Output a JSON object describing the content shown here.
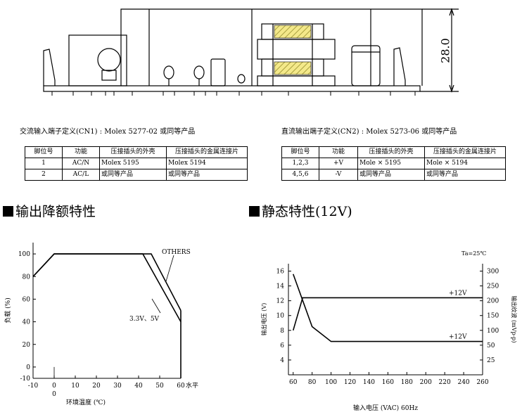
{
  "drawing": {
    "dimension": "28.0"
  },
  "cn1": {
    "caption": "交流输入端子定义(CN1) : Molex 5277-02 或同等产品",
    "headers": [
      "脚位号",
      "功能",
      "压接插头的外壳",
      "压接插头的金属连接片"
    ],
    "rows": [
      [
        "1",
        "AC/N"
      ],
      [
        "2",
        "AC/L"
      ]
    ],
    "housing": [
      "Molex 5195",
      "或同等产品"
    ],
    "terminal": [
      "Molex 5194",
      "或同等产品"
    ]
  },
  "cn2": {
    "caption": "直流输出端子定义(CN2) : Molex 5273-06 或同等产品",
    "headers": [
      "脚位号",
      "功能",
      "压接插头的外壳",
      "压接插头的金属连接片"
    ],
    "rows": [
      [
        "1,2,3",
        "+V"
      ],
      [
        "4,5,6",
        "-V"
      ]
    ],
    "housing": [
      "Mole × 5195",
      "或同等产品"
    ],
    "terminal": [
      "Mole × 5194",
      "或同等产品"
    ]
  },
  "sections": {
    "derating": "输出降额特性",
    "static": "静态特性(12V)"
  },
  "chart_data": [
    {
      "type": "line",
      "title": "输出降额特性",
      "xlabel": "环境温度 (℃)",
      "ylabel": "负载 (%)",
      "x_ticks": [
        "-10",
        "0",
        "10",
        "20",
        "30",
        "40",
        "50",
        "60"
      ],
      "x_suffix": "水平",
      "x_zero_label": "0",
      "y_ticks": [
        "-10",
        "0",
        "20",
        "40",
        "60",
        "80",
        "100"
      ],
      "xlim": [
        -10,
        60
      ],
      "ylim": [
        -10,
        110
      ],
      "series": [
        {
          "name": "OTHERS",
          "points": [
            [
              -10,
              80
            ],
            [
              0,
              100
            ],
            [
              46,
              100
            ],
            [
              60,
              50
            ]
          ]
        },
        {
          "name": "3.3V、5V",
          "points": [
            [
              -10,
              80
            ],
            [
              0,
              100
            ],
            [
              42,
              100
            ],
            [
              60,
              40
            ]
          ]
        }
      ],
      "annotations": [
        "OTHERS",
        "3.3V、5V"
      ]
    },
    {
      "type": "line",
      "title": "静态特性(12V)",
      "xlabel": "输入电压 (VAC) 60Hz",
      "ylabel": "输出电压 (V)",
      "ylabel_right": "输出纹波 (mVp-p)",
      "corner_note": "Ta=25℃",
      "x_ticks": [
        "60",
        "80",
        "100",
        "120",
        "140",
        "160",
        "180",
        "200",
        "220",
        "240",
        "260"
      ],
      "y_ticks": [
        "4",
        "6",
        "8",
        "10",
        "12",
        "14",
        "16"
      ],
      "y_ticks_right": [
        "25",
        "50",
        "100",
        "150",
        "200",
        "250",
        "300"
      ],
      "xlim": [
        55,
        260
      ],
      "ylim": [
        2,
        17
      ],
      "series": [
        {
          "name": "+12V",
          "axis": "left",
          "points": [
            [
              60,
              8
            ],
            [
              70,
              12.4
            ],
            [
              260,
              12.4
            ]
          ]
        },
        {
          "name": "+12V",
          "axis": "left",
          "points": [
            [
              60,
              15.6
            ],
            [
              80,
              8.5
            ],
            [
              100,
              6.5
            ],
            [
              260,
              6.5
            ]
          ]
        }
      ],
      "annotations": [
        "+12V",
        "+12V"
      ]
    }
  ]
}
